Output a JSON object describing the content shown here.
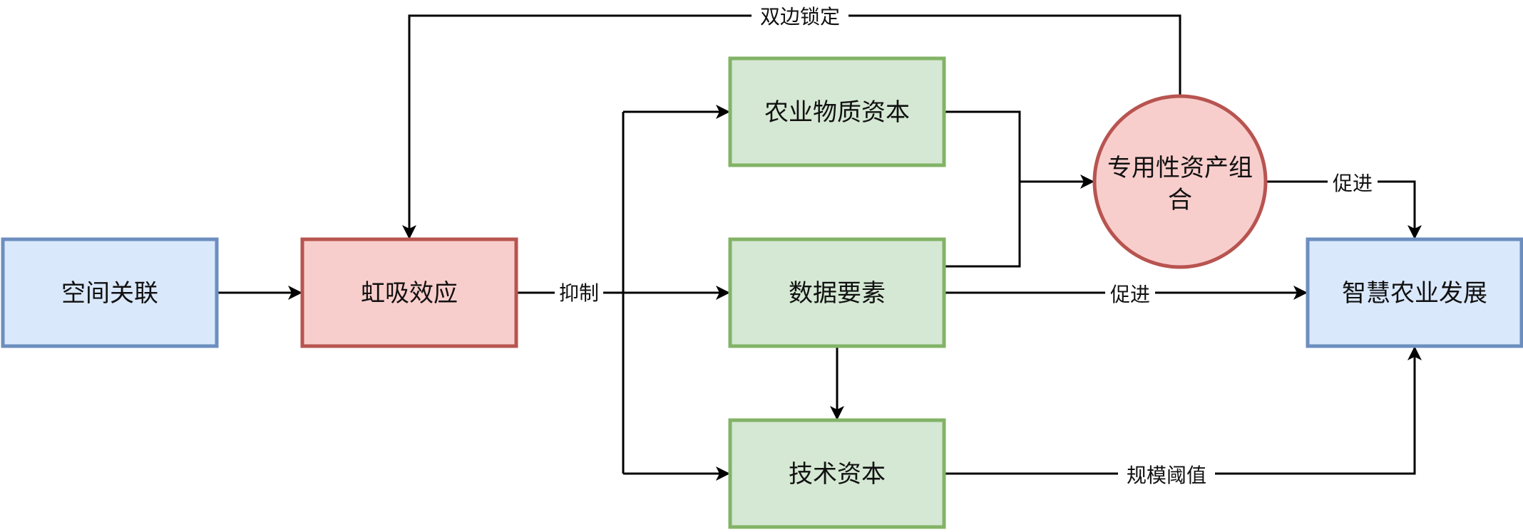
{
  "diagram": {
    "nodes": {
      "spatial": {
        "label": "空间关联",
        "fill": "#dae8fc",
        "stroke": "#6c8ebf"
      },
      "siphon": {
        "label": "虹吸效应",
        "fill": "#f8cecc",
        "stroke": "#b85450"
      },
      "physical": {
        "label": "农业物质资本",
        "fill": "#d5e8d4",
        "stroke": "#82b366"
      },
      "data": {
        "label": "数据要素",
        "fill": "#d5e8d4",
        "stroke": "#82b366"
      },
      "tech": {
        "label": "技术资本",
        "fill": "#d5e8d4",
        "stroke": "#82b366"
      },
      "asset": {
        "label_line1": "专用性资产组",
        "label_line2": "合",
        "fill": "#f8cecc",
        "stroke": "#b85450"
      },
      "smart": {
        "label": "智慧农业发展",
        "fill": "#dae8fc",
        "stroke": "#6c8ebf"
      }
    },
    "edges": [
      {
        "from": "空间关联",
        "to": "虹吸效应",
        "label": ""
      },
      {
        "from": "虹吸效应",
        "to": "农业物质资本 / 数据要素 / 技术资本",
        "label": "抑制"
      },
      {
        "from": "农业物质资本 + 数据要素",
        "to": "专用性资产组合",
        "label": ""
      },
      {
        "from": "专用性资产组合",
        "to": "虹吸效应",
        "label": "双边锁定"
      },
      {
        "from": "专用性资产组合",
        "to": "智慧农业发展",
        "label": "促进"
      },
      {
        "from": "数据要素",
        "to": "智慧农业发展",
        "label": "促进"
      },
      {
        "from": "数据要素",
        "to": "技术资本",
        "label": ""
      },
      {
        "from": "技术资本",
        "to": "智慧农业发展",
        "label": "规模阈值"
      }
    ],
    "edge_labels": {
      "inhibit": "抑制",
      "lock": "双边锁定",
      "promote_asset": "促进",
      "promote_data": "促进",
      "threshold": "规模阈值"
    }
  }
}
